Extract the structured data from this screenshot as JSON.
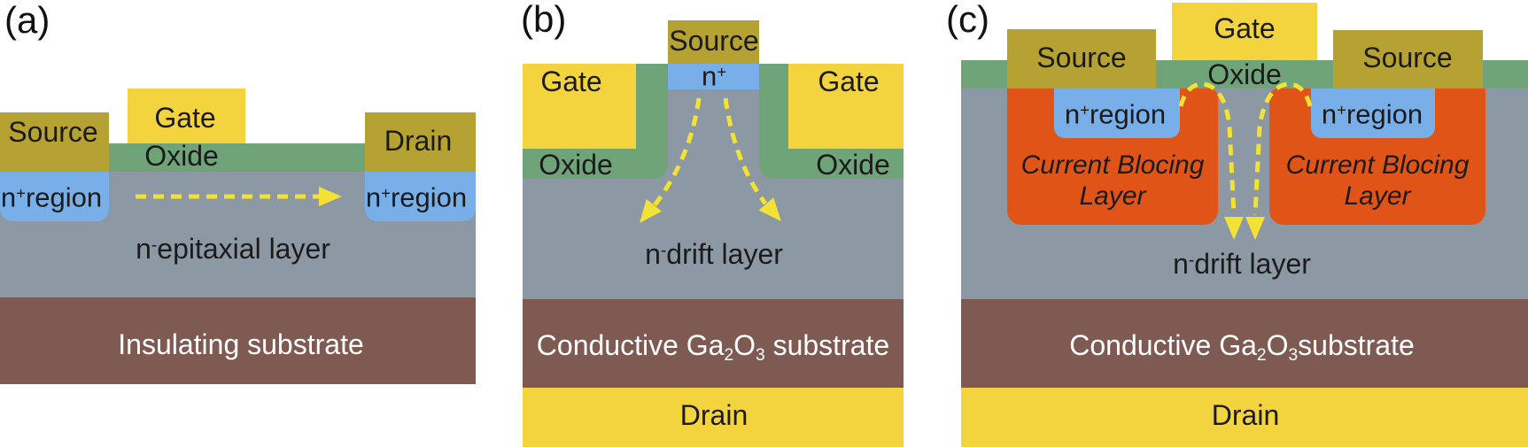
{
  "colors": {
    "metal_yellow": "#F3D43E",
    "contact_olive": "#B5A233",
    "oxide_green": "#6FA478",
    "n_plus_blue": "#79AFE9",
    "drift_gray": "#8C98A4",
    "substrate_brown": "#7E5A52",
    "cbl_orange": "#E05418",
    "arrow_yellow": "#F3E234",
    "text_dark": "#1B1B1B",
    "text_white": "#FFFFFF"
  },
  "panel_a": {
    "label": "(a)",
    "gate": "Gate",
    "source": "Source",
    "drain": "Drain",
    "oxide": "Oxide",
    "n_plus": {
      "base": "n",
      "sup": "+",
      "rest": "region"
    },
    "epitaxial": {
      "base": "n",
      "sup": "-",
      "rest": "epitaxial layer"
    },
    "substrate": "Insulating substrate"
  },
  "panel_b": {
    "label": "(b)",
    "source": "Source",
    "n_plus": {
      "base": "n",
      "sup": "+"
    },
    "gate": "Gate",
    "oxide": "Oxide",
    "drift": {
      "base": "n",
      "sup": "-",
      "rest": "drift layer"
    },
    "substrate": {
      "pre": "Conductive Ga",
      "sub1": "2",
      "mid": "O",
      "sub2": "3",
      "rest": " substrate"
    },
    "drain": "Drain"
  },
  "panel_c": {
    "label": "(c)",
    "gate": "Gate",
    "source": "Source",
    "oxide": "Oxide",
    "n_plus": {
      "base": "n",
      "sup": "+",
      "rest": "region"
    },
    "cbl": {
      "line1": "Current Blocing",
      "line2": "Layer"
    },
    "drift": {
      "base": "n",
      "sup": "-",
      "rest": "drift layer"
    },
    "substrate": {
      "pre": "Conductive Ga",
      "sub1": "2",
      "mid": "O",
      "sub2": "3",
      "rest": "substrate"
    },
    "drain": "Drain"
  }
}
